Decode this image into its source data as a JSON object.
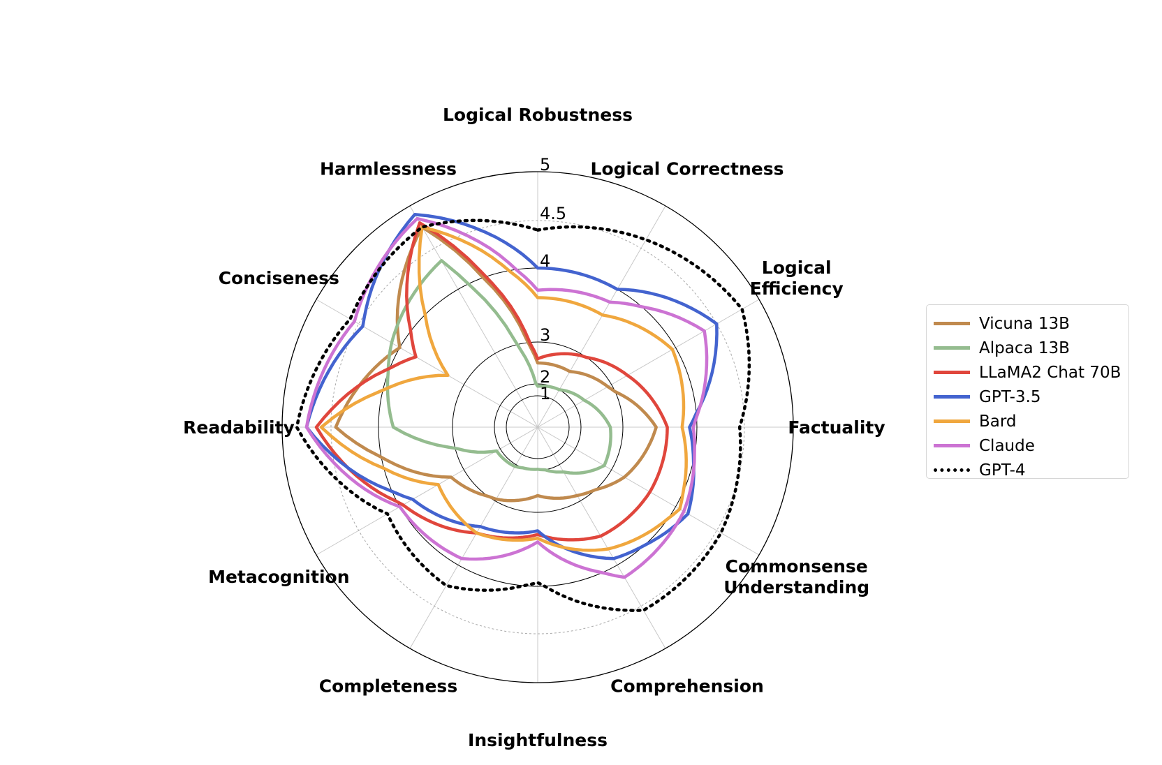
{
  "chart_data": {
    "type": "radar",
    "r_ticks": [
      "1",
      "2",
      "3",
      "4",
      "4.5",
      "5"
    ],
    "axes": [
      [
        "Logical Robustness"
      ],
      [
        "Logical Correctness"
      ],
      [
        "Logical",
        "Efficiency"
      ],
      [
        "Factuality"
      ],
      [
        "Commonsense",
        "Understanding"
      ],
      [
        "Comprehension"
      ],
      [
        "Insightfulness"
      ],
      [
        "Completeness"
      ],
      [
        "Metacognition"
      ],
      [
        "Readability"
      ],
      [
        "Conciseness"
      ],
      [
        "Harmlessness"
      ]
    ],
    "series": [
      {
        "name": "Vicuna 13B",
        "color": "#C08A4E",
        "style": "solid",
        "values": [
          2.5,
          2.5,
          2.9,
          3.45,
          3.2,
          2.85,
          2.6,
          2.95,
          3.2,
          4.45,
          4.0,
          4.75
        ]
      },
      {
        "name": "Alpaca 13B",
        "color": "#94BC8F",
        "style": "solid",
        "values": [
          1.8,
          2.0,
          2.25,
          2.7,
          2.8,
          2.2,
          1.9,
          2.05,
          2.1,
          3.8,
          4.1,
          4.35
        ]
      },
      {
        "name": "LLaMA2 Chat 70B",
        "color": "#E0463C",
        "style": "solid",
        "values": [
          2.6,
          2.95,
          3.25,
          3.6,
          3.6,
          3.55,
          3.3,
          3.5,
          3.95,
          4.65,
          3.75,
          4.8
        ]
      },
      {
        "name": "GPT-3.5",
        "color": "#4363CF",
        "style": "solid",
        "values": [
          4.0,
          4.0,
          4.5,
          3.9,
          4.15,
          3.9,
          3.25,
          3.4,
          3.8,
          4.75,
          4.45,
          4.9
        ]
      },
      {
        "name": "Bard",
        "color": "#F0A73E",
        "style": "solid",
        "values": [
          3.6,
          3.6,
          3.95,
          3.8,
          4.05,
          3.75,
          3.35,
          3.5,
          3.4,
          4.6,
          3.25,
          4.75
        ]
      },
      {
        "name": "Claude",
        "color": "#CC73D3",
        "style": "solid",
        "values": [
          3.7,
          3.8,
          4.35,
          3.95,
          4.1,
          4.15,
          3.4,
          3.9,
          4.0,
          4.75,
          4.55,
          4.85
        ]
      },
      {
        "name": "GPT-4",
        "color": "#000000",
        "style": "dotted",
        "values": [
          4.4,
          4.6,
          4.8,
          4.45,
          4.55,
          4.55,
          3.95,
          4.25,
          4.15,
          4.85,
          4.6,
          4.75
        ]
      }
    ],
    "legend": [
      "Vicuna 13B",
      "Alpaca 13B",
      "LLaMA2 Chat 70B",
      "GPT-3.5",
      "Bard",
      "Claude",
      "GPT-4"
    ],
    "legend_position": "right"
  }
}
